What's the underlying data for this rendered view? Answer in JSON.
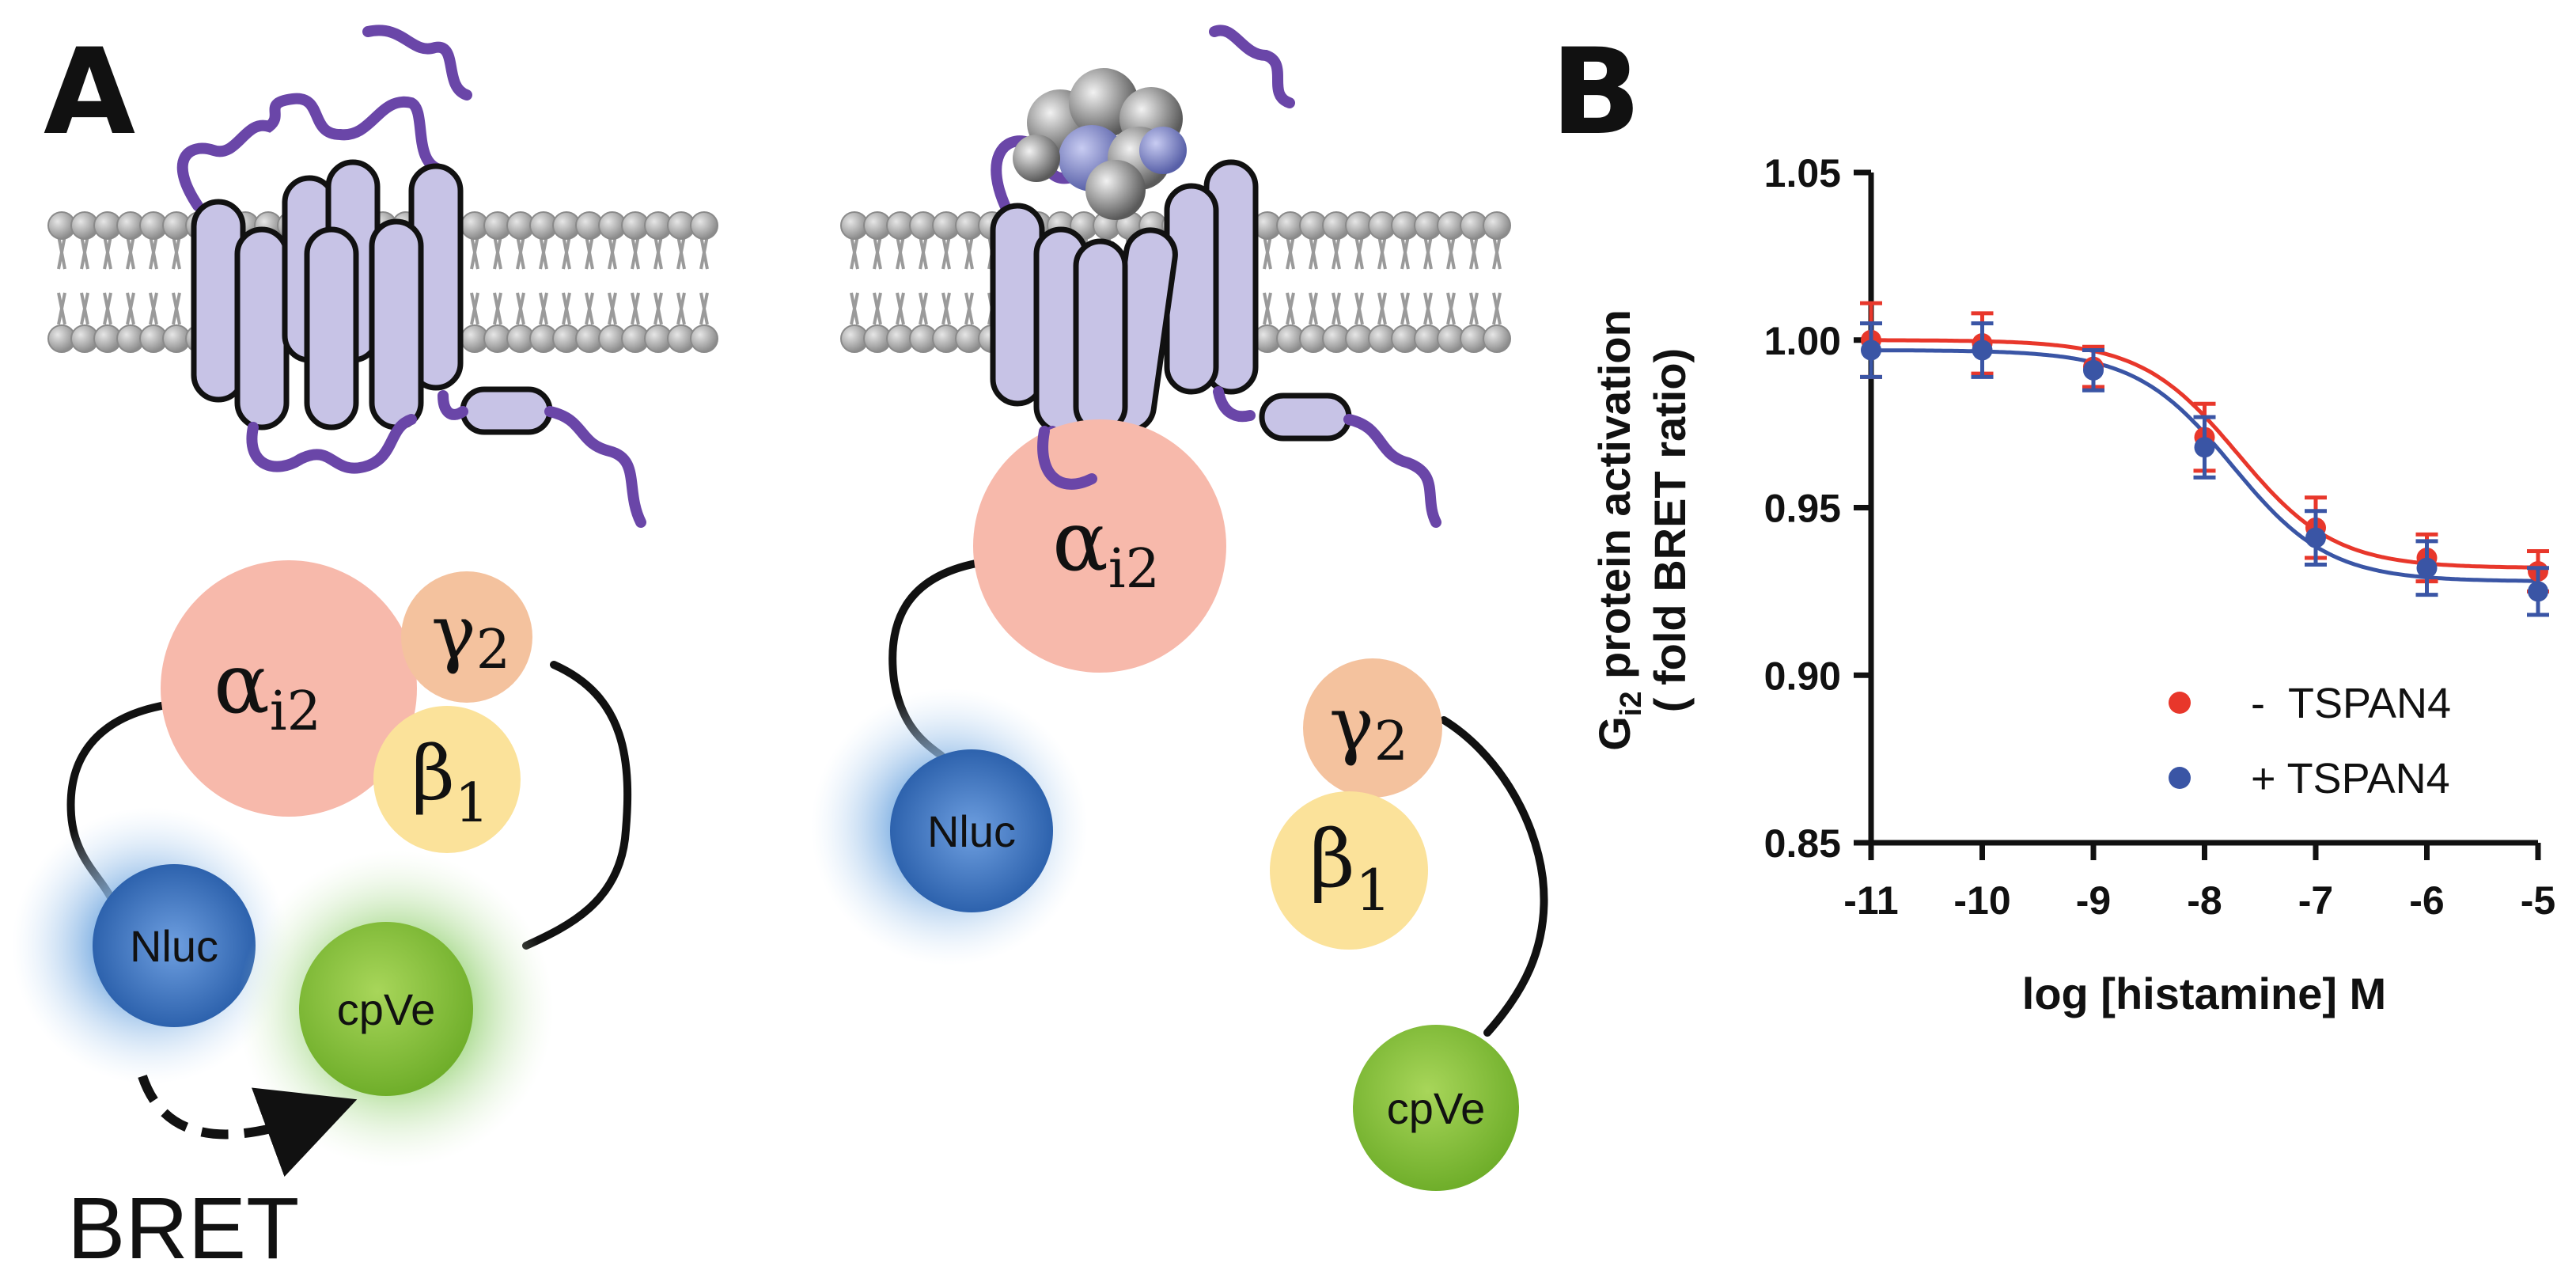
{
  "panel_a": {
    "letter": "A",
    "alpha_symbol": "α",
    "alpha_sub": "i2",
    "gamma_symbol": "γ",
    "gamma_sub": "2",
    "beta_symbol": "β",
    "beta_sub": "1",
    "nluc": "Nluc",
    "cpve": "cpVe",
    "bret": "BRET"
  },
  "panel_b": {
    "letter": "B"
  },
  "colors": {
    "alpha": "#f7b9ab",
    "gamma": "#f4c29e",
    "beta": "#fbe29a",
    "nluc": "#3f78c2",
    "cpve": "#8cc63f",
    "receptor": "#c7c3e6",
    "loops": "#6a46a8",
    "membrane": "#a8a8a8",
    "minus_series": "#e8372b",
    "plus_series": "#3a55a5"
  },
  "chart_data": {
    "type": "scatter",
    "ylabel_main": "G",
    "ylabel_sub": "i2",
    "ylabel_rest": " protein activation",
    "ylabel_line2": "( fold BRET ratio)",
    "xlabel": "log [histamine] M",
    "xlim": [
      -11,
      -5
    ],
    "ylim": [
      0.85,
      1.05
    ],
    "xticks": [
      -11,
      -10,
      -9,
      -8,
      -7,
      -6,
      -5
    ],
    "xtick_labels": [
      "-11",
      "-10",
      "-9",
      "-8",
      "-7",
      "-6",
      "-5"
    ],
    "yticks": [
      0.85,
      0.9,
      0.95,
      1.0,
      1.05
    ],
    "ytick_labels": [
      "0.85",
      "0.90",
      "0.95",
      "1.00",
      "1.05"
    ],
    "legend_position": "bottom-right",
    "series": [
      {
        "name": "-  TSPAN4",
        "color": "#e8372b",
        "x": [
          -11,
          -10,
          -9,
          -8,
          -7,
          -6,
          -5
        ],
        "y": [
          1.0,
          0.999,
          0.992,
          0.971,
          0.944,
          0.935,
          0.931
        ],
        "err": [
          0.011,
          0.009,
          0.006,
          0.01,
          0.009,
          0.007,
          0.006
        ],
        "fit": {
          "top": 1.0,
          "bottom": 0.932,
          "logec50": -7.7,
          "hill": 1.0
        }
      },
      {
        "name": "+ TSPAN4",
        "color": "#3a55a5",
        "x": [
          -11,
          -10,
          -9,
          -8,
          -7,
          -6,
          -5
        ],
        "y": [
          0.997,
          0.997,
          0.991,
          0.968,
          0.941,
          0.932,
          0.925
        ],
        "err": [
          0.008,
          0.008,
          0.006,
          0.009,
          0.008,
          0.008,
          0.007
        ],
        "fit": {
          "top": 0.997,
          "bottom": 0.928,
          "logec50": -7.75,
          "hill": 1.0
        }
      }
    ]
  }
}
